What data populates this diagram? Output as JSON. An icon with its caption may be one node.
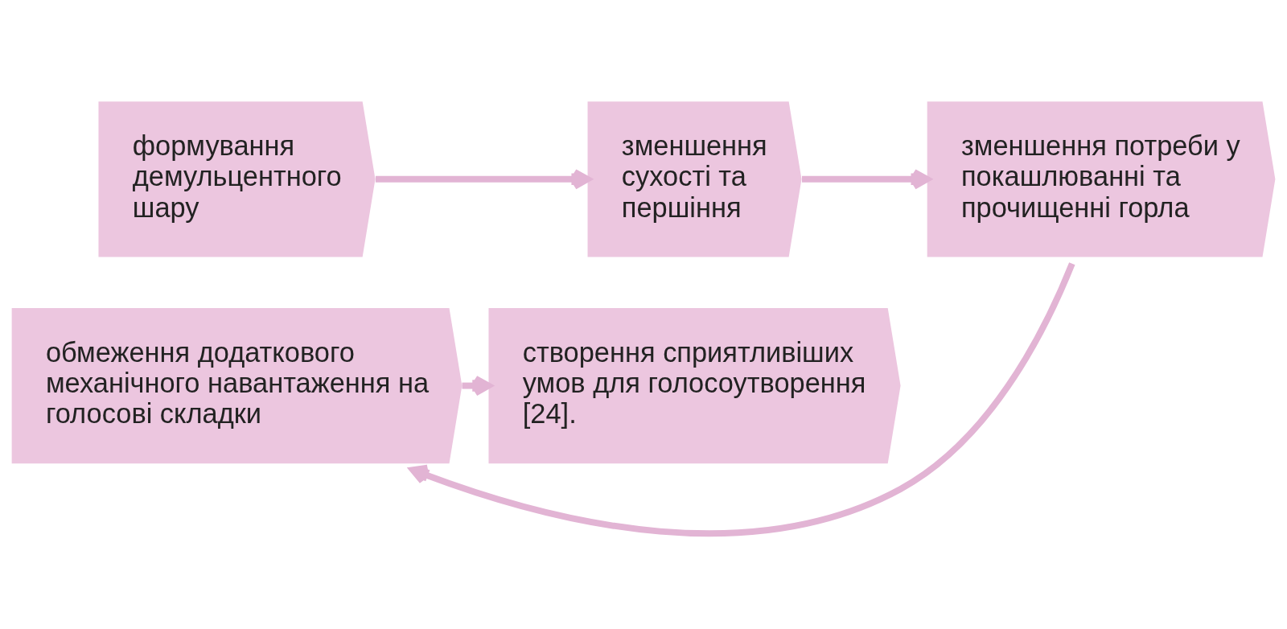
{
  "diagram": {
    "nodes": [
      {
        "text": [
          "формування демульцентного шару"
        ]
      },
      {
        "text": [
          "зменшення сухості та першіння"
        ]
      },
      {
        "text": [
          "зменшення потреби у покашлюванні та прочищенні горла"
        ]
      },
      {
        "text": [
          "обмеження додаткового механічного навантаження на голосові складки"
        ]
      },
      {
        "text": [
          "створення сприятливіших умов для голосоутворення [24]."
        ]
      }
    ],
    "edges": [
      {
        "from": 0,
        "to": 1,
        "arrow": "to"
      },
      {
        "from": 1,
        "to": 2,
        "arrow": "to"
      },
      {
        "from": 2,
        "to": 3,
        "arrow": "to"
      },
      {
        "from": 3,
        "to": 4,
        "arrow": "to"
      }
    ]
  }
}
